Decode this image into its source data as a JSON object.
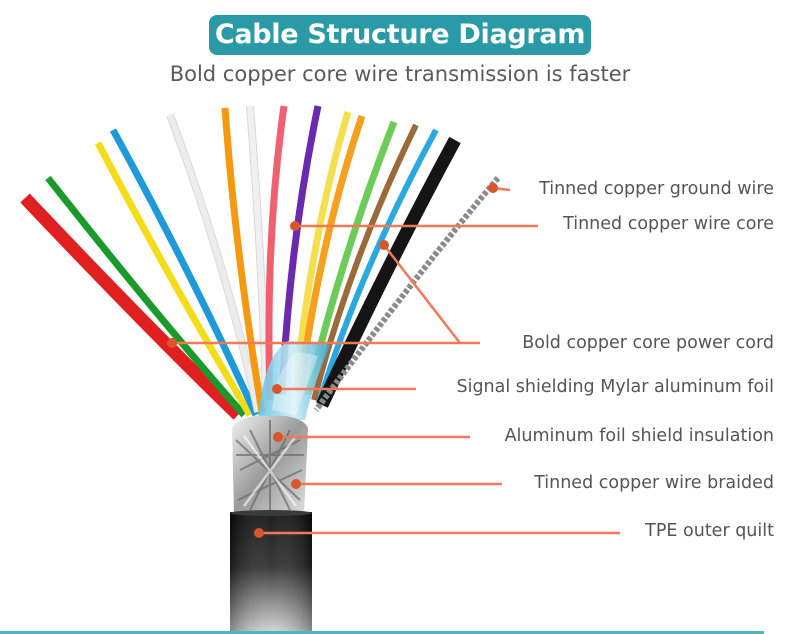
{
  "header": {
    "title": "Cable Structure Diagram",
    "subtitle": "Bold copper core wire transmission is faster"
  },
  "colors": {
    "title_bg": "#2a9aa6",
    "leader": "#ef7a55",
    "leader_dot": "#d9552b",
    "text": "#555555",
    "bottom_bar": "#4fb6c0"
  },
  "labels": [
    {
      "id": "ground-wire",
      "text": "Tinned copper ground wire"
    },
    {
      "id": "wire-core",
      "text": "Tinned copper wire core"
    },
    {
      "id": "power-cord",
      "text": "Bold copper core power cord"
    },
    {
      "id": "mylar-foil",
      "text": "Signal shielding Mylar aluminum foil"
    },
    {
      "id": "foil-insulation",
      "text": "Aluminum foil shield insulation"
    },
    {
      "id": "braided",
      "text": "Tinned copper wire braided"
    },
    {
      "id": "outer-quilt",
      "text": "TPE outer quilt"
    }
  ],
  "wires": [
    {
      "name": "red",
      "color": "#e02020"
    },
    {
      "name": "green",
      "color": "#1a9a2a"
    },
    {
      "name": "yellow",
      "color": "#f5dc1a"
    },
    {
      "name": "blue",
      "color": "#1e9ad8"
    },
    {
      "name": "white",
      "color": "#ececec"
    },
    {
      "name": "orange",
      "color": "#f59a10"
    },
    {
      "name": "white-2",
      "color": "#f0f0f0"
    },
    {
      "name": "pink",
      "color": "#f06070"
    },
    {
      "name": "purple",
      "color": "#6a2ab0"
    },
    {
      "name": "yellow-2",
      "color": "#f3e050"
    },
    {
      "name": "orange-2",
      "color": "#f7a020"
    },
    {
      "name": "light-green",
      "color": "#6ccc5a"
    },
    {
      "name": "brown",
      "color": "#9a6a3a"
    },
    {
      "name": "light-blue",
      "color": "#2aa8e0"
    },
    {
      "name": "black",
      "color": "#151515"
    },
    {
      "name": "ground-braid",
      "color": "#8a8a8a"
    }
  ]
}
